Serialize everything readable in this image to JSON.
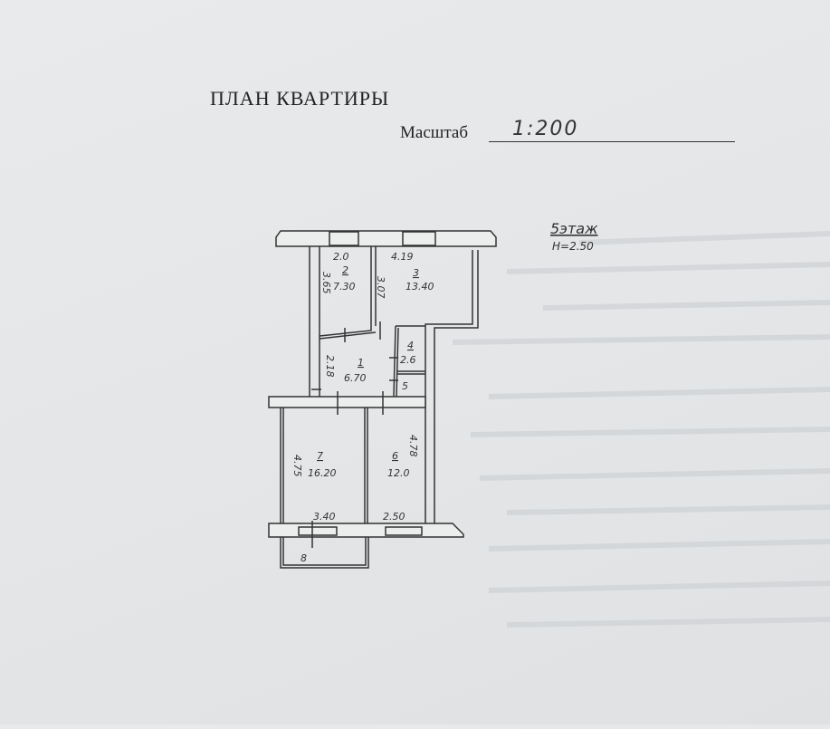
{
  "document": {
    "title": "ПЛАН КВАРТИРЫ",
    "scale_label": "Масштаб",
    "scale_value": "1:200"
  },
  "plan": {
    "floor": "5этаж",
    "height": "H=2.50",
    "rooms": [
      {
        "number": "1",
        "area": "6.70",
        "dims": [
          "2.18"
        ]
      },
      {
        "number": "2",
        "area": "7.30",
        "dims": [
          "2.0",
          "3.65"
        ]
      },
      {
        "number": "3",
        "area": "13.40",
        "dims": [
          "4.19",
          "3.07"
        ]
      },
      {
        "number": "4",
        "area": "2.6",
        "dims": []
      },
      {
        "number": "5",
        "area": "",
        "dims": []
      },
      {
        "number": "6",
        "area": "12.0",
        "dims": [
          "4.78",
          "2.50"
        ]
      },
      {
        "number": "7",
        "area": "16.20",
        "dims": [
          "4.75",
          "3.40"
        ]
      },
      {
        "number": "8",
        "area": "",
        "dims": []
      }
    ]
  }
}
